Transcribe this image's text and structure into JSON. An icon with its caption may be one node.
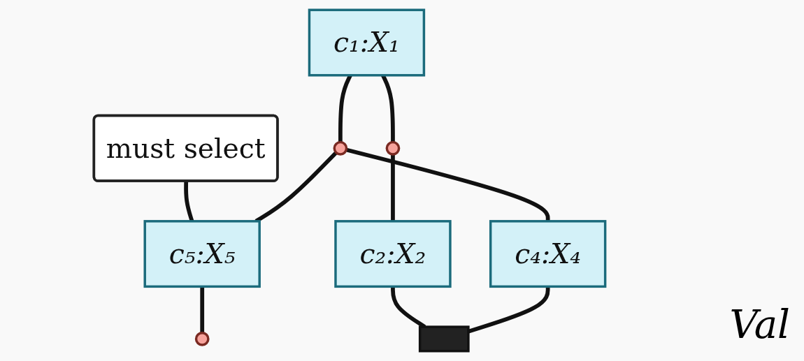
{
  "diagram": {
    "nodes": [
      {
        "text": [
          "c₁:X₁"
        ]
      },
      {
        "text": [],
        "shape": "circle"
      },
      {
        "text": [
          "must select"
        ]
      },
      {
        "text": [
          "c₅:X₅"
        ]
      },
      {
        "text": [],
        "shape": "circle"
      },
      {
        "text": [
          "c₂:X₂"
        ]
      },
      {
        "text": [
          "c₄:X₄"
        ]
      },
      {
        "text": [],
        "shape": "circle"
      },
      {
        "text": [],
        "shape": "bar"
      }
    ],
    "edges": [
      {
        "from": 0,
        "to": 1,
        "arrow": "none"
      },
      {
        "from": 2,
        "to": 3,
        "arrow": "none"
      },
      {
        "from": 1,
        "to": 3,
        "arrow": "none"
      },
      {
        "from": 0,
        "to": 4,
        "arrow": "none"
      },
      {
        "from": 1,
        "to": 6,
        "arrow": "none"
      },
      {
        "from": 3,
        "to": 7,
        "arrow": "none"
      },
      {
        "from": 4,
        "to": 5,
        "arrow": "none"
      },
      {
        "from": 5,
        "to": 8,
        "arrow": "none"
      },
      {
        "from": 6,
        "to": 8,
        "arrow": "none"
      }
    ],
    "labels": [
      "Val"
    ]
  }
}
